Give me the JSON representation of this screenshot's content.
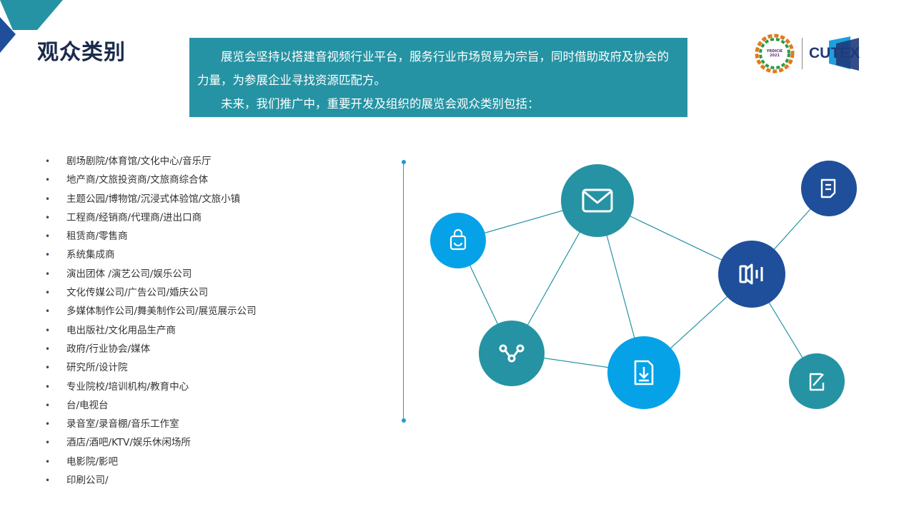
{
  "page": {
    "title": "观众类别"
  },
  "intro": {
    "line1": "展览会坚持以搭建音视频行业平台，服务行业市场贸易为宗旨，同时借助政府及协会的力量，为参展企业寻找资源匹配方。",
    "line2": "未来，我们推广中，重要开发及组织的展览会观众类别包括："
  },
  "logos": {
    "seal_line1": "YRDICIE",
    "seal_line2": "2021",
    "wordmark": "CUTEX"
  },
  "categories": [
    "剧场剧院/体育馆/文化中心/音乐厅",
    "地产商/文旅投资商/文旅商综合体",
    "主题公园/博物馆/沉浸式体验馆/文旅小镇",
    "工程商/经销商/代理商/进出口商",
    "租赁商/零售商",
    "系统集成商",
    "演出团体 /演艺公司/娱乐公司",
    "文化传媒公司/广告公司/婚庆公司",
    "多媒体制作公司/舞美制作公司/展览展示公司",
    "电出版社/文化用品生产商",
    "政府/行业协会/媒体",
    "研究所/设计院",
    "专业院校/培训机构/教育中心",
    "台/电视台",
    "录音室/录音棚/音乐工作室",
    "酒店/酒吧/KTV/娱乐休闲场所",
    "电影院/影吧",
    "印刷公司/"
  ],
  "colors": {
    "teal": "#2593a3",
    "navy": "#1f4f9a",
    "blue": "#05a2e8",
    "title": "#1a2a4a",
    "line": "#1e9bd0"
  },
  "network_icons": [
    "envelope-icon",
    "shopping-bag-icon",
    "document-icon",
    "share-icon",
    "speaker-icon",
    "download-file-icon",
    "edit-icon"
  ]
}
